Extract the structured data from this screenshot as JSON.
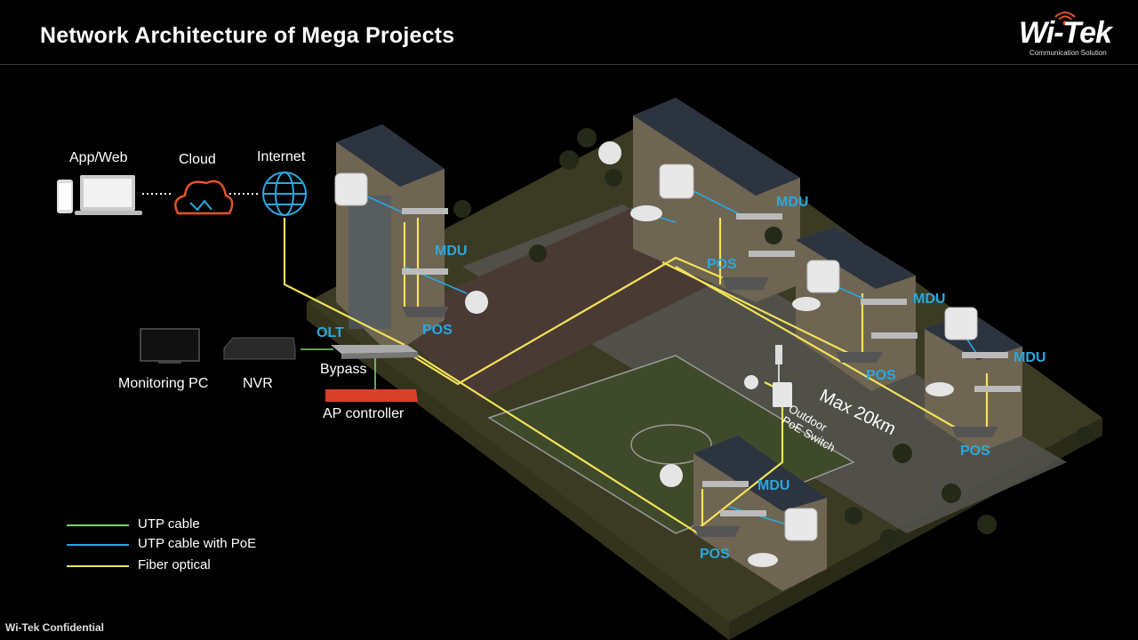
{
  "header": {
    "title": "Network Architecture of Mega Projects"
  },
  "logo": {
    "brand": "Wi-Tek",
    "tagline": "Communication Solution"
  },
  "top_labels": {
    "app_web": "App/Web",
    "cloud": "Cloud",
    "internet": "Internet"
  },
  "devices": {
    "olt": "OLT",
    "bypass": "Bypass",
    "monitoring_pc": "Monitoring PC",
    "nvr": "NVR",
    "ap_controller": "AP controller",
    "outdoor_switch": "Outdoor\nPoE Switch",
    "mdu": "MDU",
    "pos": "POS"
  },
  "distance": "Max 20km",
  "legend": [
    {
      "label": "UTP cable",
      "color": "#7ed36a"
    },
    {
      "label": "UTP cable with PoE",
      "color": "#29a8e0"
    },
    {
      "label": "Fiber optical",
      "color": "#f2e25a"
    }
  ],
  "colors": {
    "fiber": "#f2e25a",
    "poe": "#29a8e0",
    "utp": "#7ed36a",
    "accent": "#e0542a"
  },
  "footer": {
    "confidential": "Wi-Tek Confidential"
  }
}
